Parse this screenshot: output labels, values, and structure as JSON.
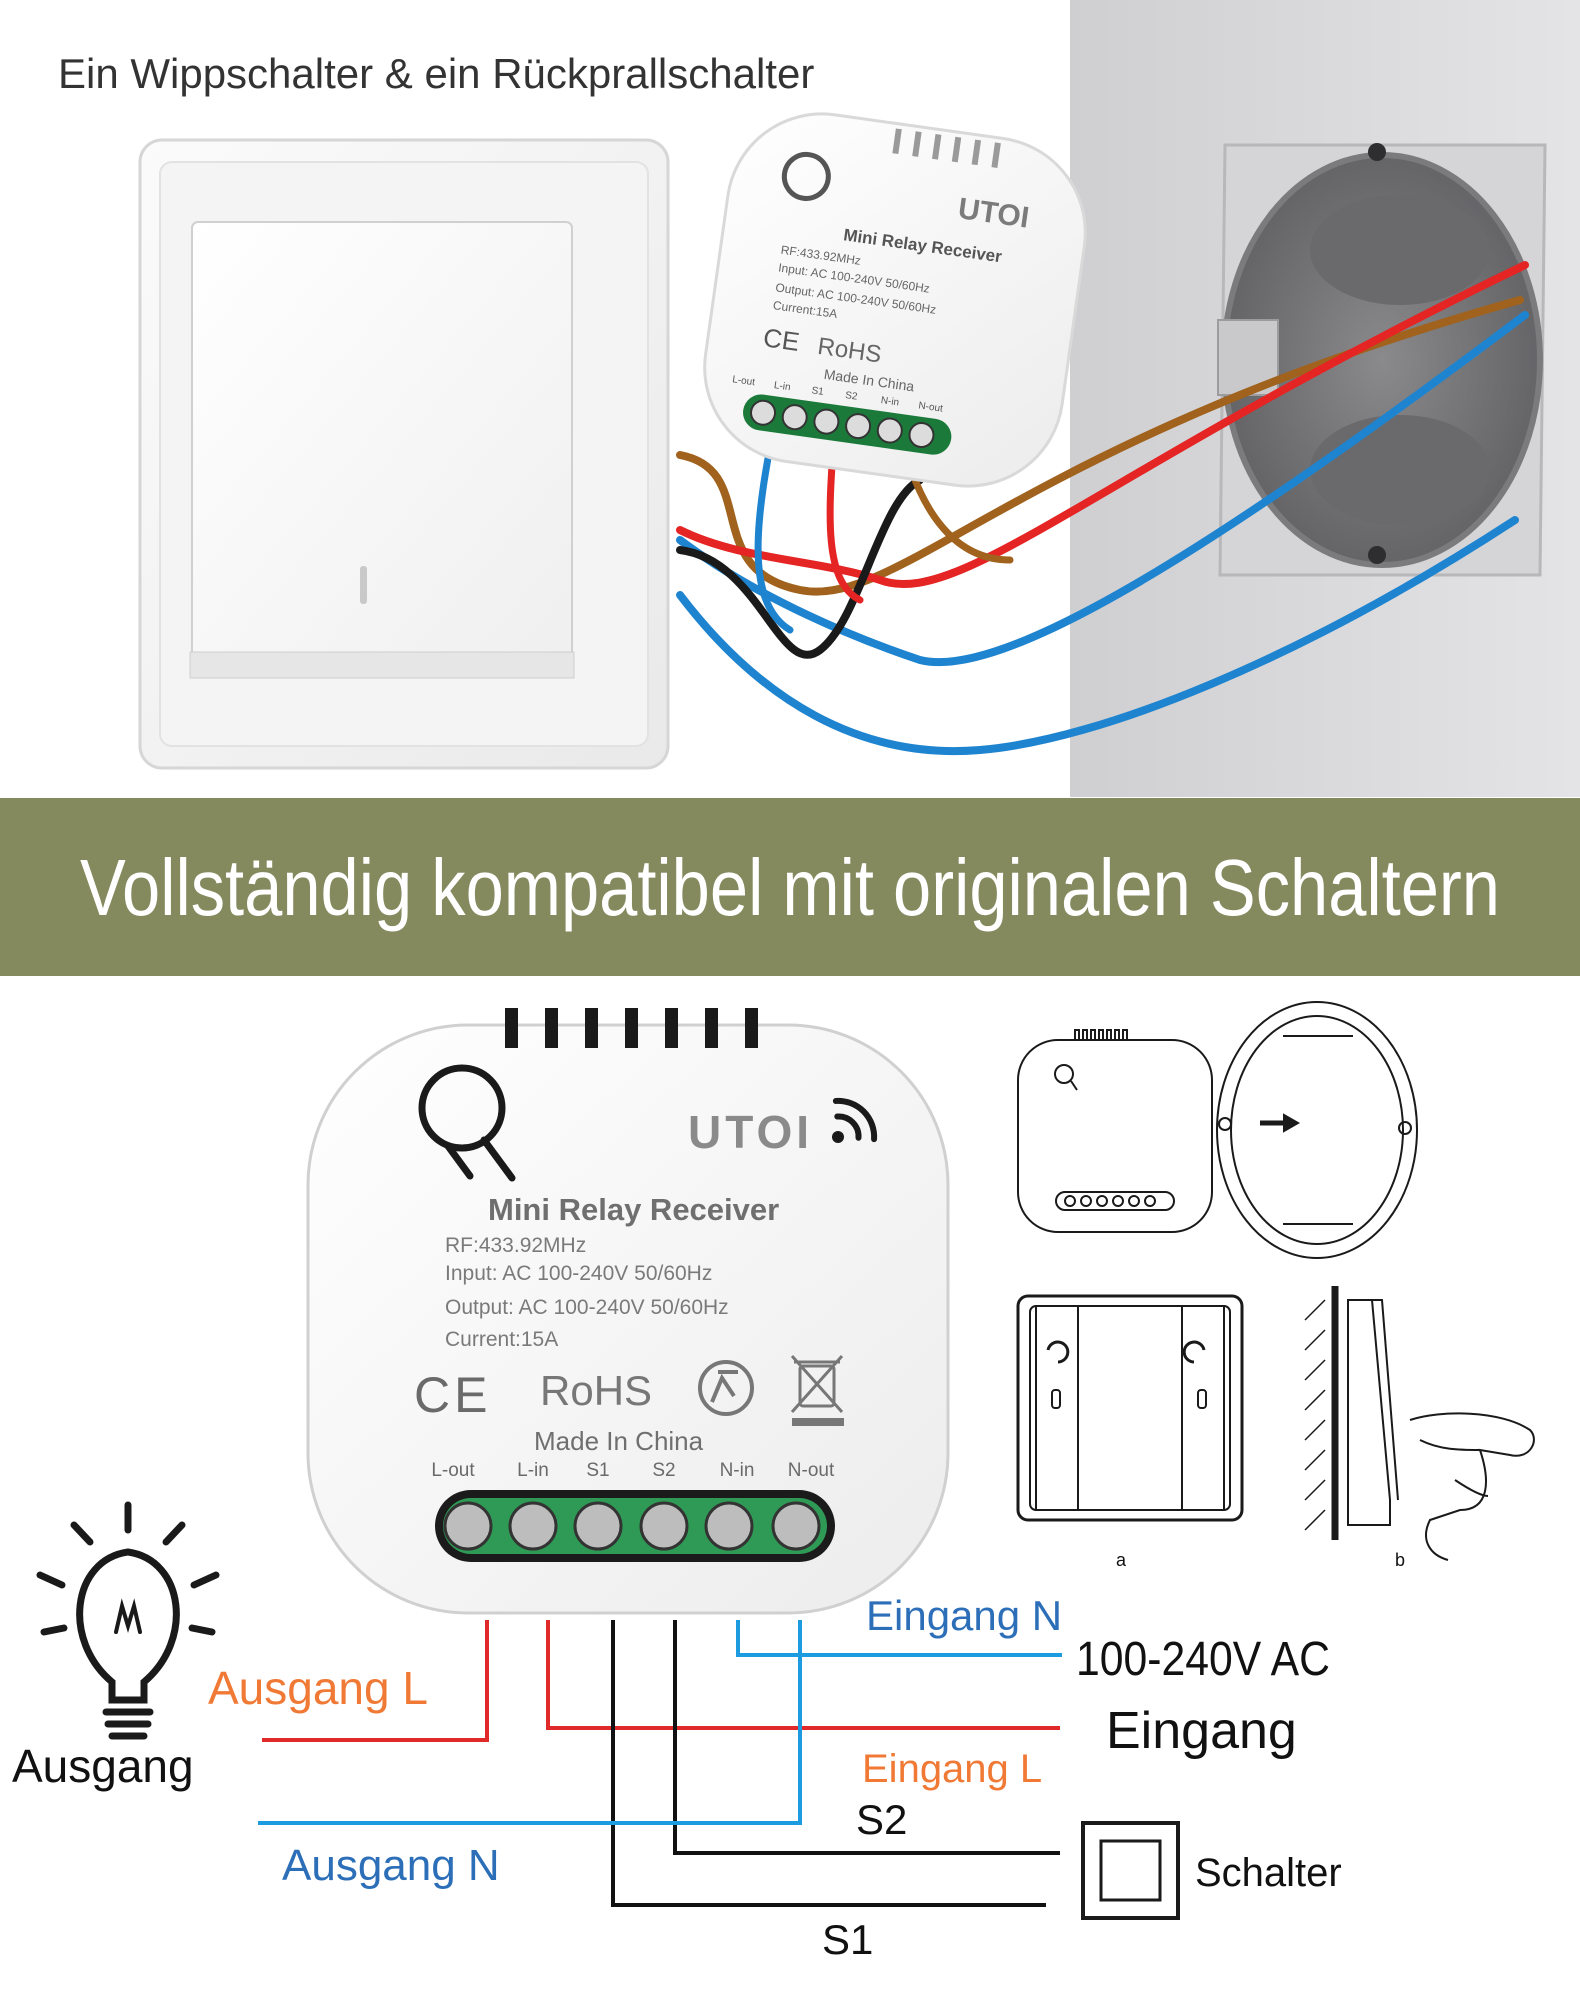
{
  "top_photo": {
    "caption": "Ein Wippschalter & ein Rückprallschalter",
    "module": {
      "brand": "UTOI",
      "model": "Mini Relay Receiver",
      "rf": "RF:433.92MHz",
      "input": "Input:  AC 100-240V   50/60Hz",
      "output": "Output:  AC 100-240V   50/60Hz",
      "current": "Current:15A",
      "ce": "CE",
      "rohs": "RoHS",
      "origin": "Made In China",
      "terminals": [
        "L-out",
        "L-in",
        "S1",
        "S2",
        "N-in",
        "N-out"
      ]
    }
  },
  "banner": {
    "text": "Vollständig kompatibel mit originalen Schaltern",
    "color": "#858a5e"
  },
  "diagram": {
    "module": {
      "brand": "UTOI",
      "model": "Mini Relay Receiver",
      "rf": "RF:433.92MHz",
      "input": "Input:  AC 100-240V   50/60Hz",
      "output": "Output:  AC 100-240V   50/60Hz",
      "current": "Current:15A",
      "ce": "CE",
      "rohs": "RoHS",
      "origin": "Made In China",
      "terminals": [
        "L-out",
        "L-in",
        "S1",
        "S2",
        "N-in",
        "N-out"
      ]
    },
    "labels": {
      "eingang_n": "Eingang N",
      "voltage": "100-240V AC",
      "eingang": "Eingang",
      "ausgang_l": "Ausgang L",
      "eingang_l": "Eingang L",
      "s2": "S2",
      "ausgang": "Ausgang",
      "ausgang_n": "Ausgang N",
      "schalter": "Schalter",
      "s1": "S1"
    },
    "figure_labels": {
      "a": "a",
      "b": "b"
    },
    "colors": {
      "live": "#e02a2a",
      "neutral": "#1c9be0",
      "signal": "#111111",
      "label_orange": "#f07a35",
      "label_blue": "#2c6fb8"
    }
  }
}
